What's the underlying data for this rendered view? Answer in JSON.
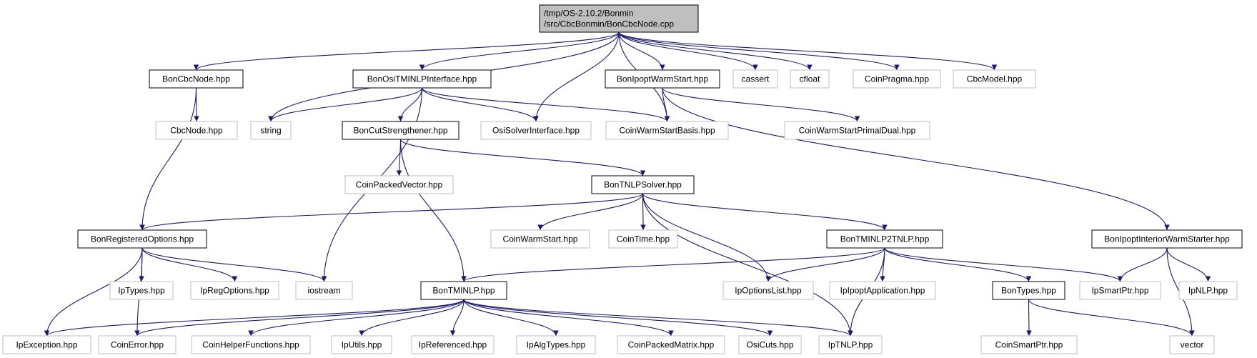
{
  "diagram": {
    "type": "include-dependency-graph",
    "colors": {
      "edge": "#191970",
      "root_fill": "#bfbfbf",
      "local_border": "#000000",
      "external_border": "#bfbfbf"
    },
    "nodes": [
      {
        "id": "root",
        "kind": "root",
        "lines": [
          "/tmp/OS-2.10.2/Bonmin",
          "/src/CbcBonmin/BonCbcNode.cpp"
        ]
      },
      {
        "id": "boncbcnode_hpp",
        "kind": "local",
        "lines": [
          "BonCbcNode.hpp"
        ]
      },
      {
        "id": "bonositmi",
        "kind": "local",
        "lines": [
          "BonOsiTMINLPInterface.hpp"
        ]
      },
      {
        "id": "bonipoptwarm",
        "kind": "local",
        "lines": [
          "BonIpoptWarmStart.hpp"
        ]
      },
      {
        "id": "cassert",
        "kind": "external",
        "lines": [
          "cassert"
        ]
      },
      {
        "id": "cfloat",
        "kind": "external",
        "lines": [
          "cfloat"
        ]
      },
      {
        "id": "coinpragma",
        "kind": "external",
        "lines": [
          "CoinPragma.hpp"
        ]
      },
      {
        "id": "cbcmodel",
        "kind": "external",
        "lines": [
          "CbcModel.hpp"
        ]
      },
      {
        "id": "cbcnode",
        "kind": "external",
        "lines": [
          "CbcNode.hpp"
        ]
      },
      {
        "id": "string",
        "kind": "external",
        "lines": [
          "string"
        ]
      },
      {
        "id": "boncutstr",
        "kind": "local",
        "lines": [
          "BonCutStrengthener.hpp"
        ]
      },
      {
        "id": "osisolverif",
        "kind": "external",
        "lines": [
          "OsiSolverInterface.hpp"
        ]
      },
      {
        "id": "coinwsbasis",
        "kind": "external",
        "lines": [
          "CoinWarmStartBasis.hpp"
        ]
      },
      {
        "id": "coinwsprimal",
        "kind": "external",
        "lines": [
          "CoinWarmStartPrimalDual.hpp"
        ]
      },
      {
        "id": "coinpackedvec",
        "kind": "external",
        "lines": [
          "CoinPackedVector.hpp"
        ]
      },
      {
        "id": "bontnlpsolver",
        "kind": "local",
        "lines": [
          "BonTNLPSolver.hpp"
        ]
      },
      {
        "id": "bonregopts",
        "kind": "local",
        "lines": [
          "BonRegisteredOptions.hpp"
        ]
      },
      {
        "id": "coinwarmstart",
        "kind": "external",
        "lines": [
          "CoinWarmStart.hpp"
        ]
      },
      {
        "id": "cointime",
        "kind": "external",
        "lines": [
          "CoinTime.hpp"
        ]
      },
      {
        "id": "bontminlp2tnlp",
        "kind": "local",
        "lines": [
          "BonTMINLP2TNLP.hpp"
        ]
      },
      {
        "id": "bonipoptiws",
        "kind": "local",
        "lines": [
          "BonIpoptInteriorWarmStarter.hpp"
        ]
      },
      {
        "id": "iptypes",
        "kind": "external",
        "lines": [
          "IpTypes.hpp"
        ]
      },
      {
        "id": "ipregopts",
        "kind": "external",
        "lines": [
          "IpRegOptions.hpp"
        ]
      },
      {
        "id": "iostream",
        "kind": "external",
        "lines": [
          "iostream"
        ]
      },
      {
        "id": "bontminlp",
        "kind": "local",
        "lines": [
          "BonTMINLP.hpp"
        ]
      },
      {
        "id": "ipoptionslist",
        "kind": "external",
        "lines": [
          "IpOptionsList.hpp"
        ]
      },
      {
        "id": "ipipoptapp",
        "kind": "external",
        "lines": [
          "IpIpoptApplication.hpp"
        ]
      },
      {
        "id": "bontypes",
        "kind": "local",
        "lines": [
          "BonTypes.hpp"
        ]
      },
      {
        "id": "ipsmartptr",
        "kind": "external",
        "lines": [
          "IpSmartPtr.hpp"
        ]
      },
      {
        "id": "ipnlp",
        "kind": "external",
        "lines": [
          "IpNLP.hpp"
        ]
      },
      {
        "id": "ipexception",
        "kind": "external",
        "lines": [
          "IpException.hpp"
        ]
      },
      {
        "id": "coinerror",
        "kind": "external",
        "lines": [
          "CoinError.hpp"
        ]
      },
      {
        "id": "coinhelper",
        "kind": "external",
        "lines": [
          "CoinHelperFunctions.hpp"
        ]
      },
      {
        "id": "iputils",
        "kind": "external",
        "lines": [
          "IpUtils.hpp"
        ]
      },
      {
        "id": "ipreferenced",
        "kind": "external",
        "lines": [
          "IpReferenced.hpp"
        ]
      },
      {
        "id": "ipalgtypes",
        "kind": "external",
        "lines": [
          "IpAlgTypes.hpp"
        ]
      },
      {
        "id": "coinpackedmat",
        "kind": "external",
        "lines": [
          "CoinPackedMatrix.hpp"
        ]
      },
      {
        "id": "osicuts",
        "kind": "external",
        "lines": [
          "OsiCuts.hpp"
        ]
      },
      {
        "id": "iptnlp",
        "kind": "external",
        "lines": [
          "IpTNLP.hpp"
        ]
      },
      {
        "id": "coinsmartptr",
        "kind": "external",
        "lines": [
          "CoinSmartPtr.hpp"
        ]
      },
      {
        "id": "vector",
        "kind": "external",
        "lines": [
          "vector"
        ]
      }
    ],
    "edges": [
      [
        "root",
        "boncbcnode_hpp"
      ],
      [
        "root",
        "string"
      ],
      [
        "root",
        "bonositmi"
      ],
      [
        "root",
        "osisolverif"
      ],
      [
        "root",
        "coinwsbasis"
      ],
      [
        "root",
        "bonipoptwarm"
      ],
      [
        "root",
        "cassert"
      ],
      [
        "root",
        "cfloat"
      ],
      [
        "root",
        "coinpragma"
      ],
      [
        "root",
        "cbcmodel"
      ],
      [
        "boncbcnode_hpp",
        "cbcnode"
      ],
      [
        "boncbcnode_hpp",
        "bonregopts"
      ],
      [
        "bonositmi",
        "string"
      ],
      [
        "bonositmi",
        "iostream"
      ],
      [
        "bonositmi",
        "boncutstr"
      ],
      [
        "bonositmi",
        "osisolverif"
      ],
      [
        "bonositmi",
        "coinwsbasis"
      ],
      [
        "bonipoptwarm",
        "coinwsbasis"
      ],
      [
        "bonipoptwarm",
        "coinwsprimal"
      ],
      [
        "bonipoptwarm",
        "bonipoptiws"
      ],
      [
        "boncutstr",
        "coinpackedvec"
      ],
      [
        "boncutstr",
        "bontnlpsolver"
      ],
      [
        "boncutstr",
        "bontminlp"
      ],
      [
        "bontnlpsolver",
        "bonregopts"
      ],
      [
        "bontnlpsolver",
        "coinwarmstart"
      ],
      [
        "bontnlpsolver",
        "cointime"
      ],
      [
        "bontnlpsolver",
        "bontminlp2tnlp"
      ],
      [
        "bontnlpsolver",
        "ipoptionslist"
      ],
      [
        "bontnlpsolver",
        "iptnlp"
      ],
      [
        "bonregopts",
        "ipexception"
      ],
      [
        "bonregopts",
        "coinerror"
      ],
      [
        "bonregopts",
        "iptypes"
      ],
      [
        "bonregopts",
        "ipregopts"
      ],
      [
        "bonregopts",
        "iostream"
      ],
      [
        "bontminlp2tnlp",
        "bontminlp"
      ],
      [
        "bontminlp2tnlp",
        "ipoptionslist"
      ],
      [
        "bontminlp2tnlp",
        "ipipoptapp"
      ],
      [
        "bontminlp2tnlp",
        "bontypes"
      ],
      [
        "bontminlp2tnlp",
        "ipsmartptr"
      ],
      [
        "bontminlp2tnlp",
        "iptnlp"
      ],
      [
        "bonipoptiws",
        "ipsmartptr"
      ],
      [
        "bonipoptiws",
        "ipnlp"
      ],
      [
        "bonipoptiws",
        "vector"
      ],
      [
        "bontminlp",
        "ipexception"
      ],
      [
        "bontminlp",
        "coinerror"
      ],
      [
        "bontminlp",
        "coinhelper"
      ],
      [
        "bontminlp",
        "iputils"
      ],
      [
        "bontminlp",
        "ipreferenced"
      ],
      [
        "bontminlp",
        "ipalgtypes"
      ],
      [
        "bontminlp",
        "coinpackedmat"
      ],
      [
        "bontminlp",
        "osicuts"
      ],
      [
        "bontminlp",
        "iptnlp"
      ],
      [
        "bontypes",
        "coinsmartptr"
      ],
      [
        "bontypes",
        "vector"
      ]
    ]
  }
}
